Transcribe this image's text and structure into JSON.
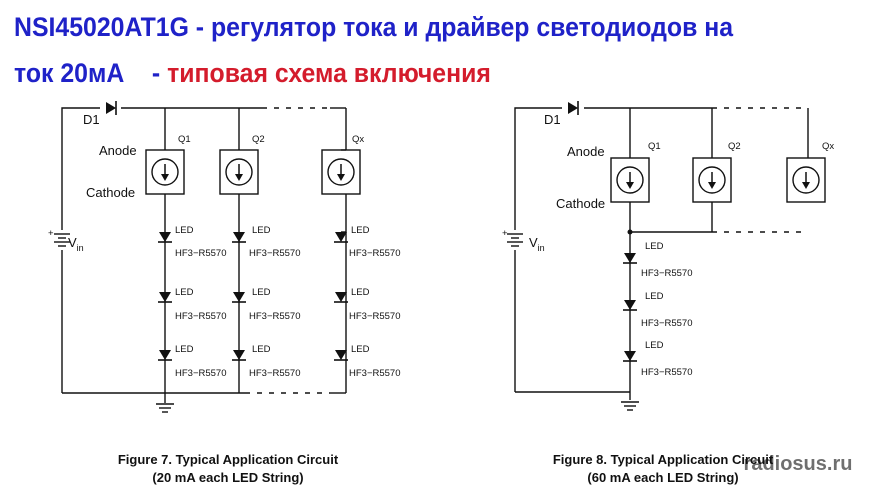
{
  "title": {
    "line1": "NSI45020AT1G - регулятор тока и драйвер светодиодов на",
    "line2_blue": "ток 20мА    - ",
    "line2_red": "типовая схема включения"
  },
  "fig7": {
    "d1": "D1",
    "anode": "Anode",
    "cathode": "Cathode",
    "vin": "V",
    "vin_sub": "in",
    "q1": "Q1",
    "q2": "Q2",
    "qx": "Qx",
    "led": "LED",
    "part": "HF3−R5570",
    "caption1": "Figure 7. Typical Application Circuit",
    "caption2": "(20 mA each LED String)"
  },
  "fig8": {
    "d1": "D1",
    "anode": "Anode",
    "cathode": "Cathode",
    "vin": "V",
    "vin_sub": "in",
    "q1": "Q1",
    "q2": "Q2",
    "qx": "Qx",
    "led": "LED",
    "part": "HF3−R5570",
    "caption1": "Figure 8. Typical Application Circuit",
    "caption2": "(60 mA each LED String)"
  },
  "watermark": "radiosus.ru"
}
